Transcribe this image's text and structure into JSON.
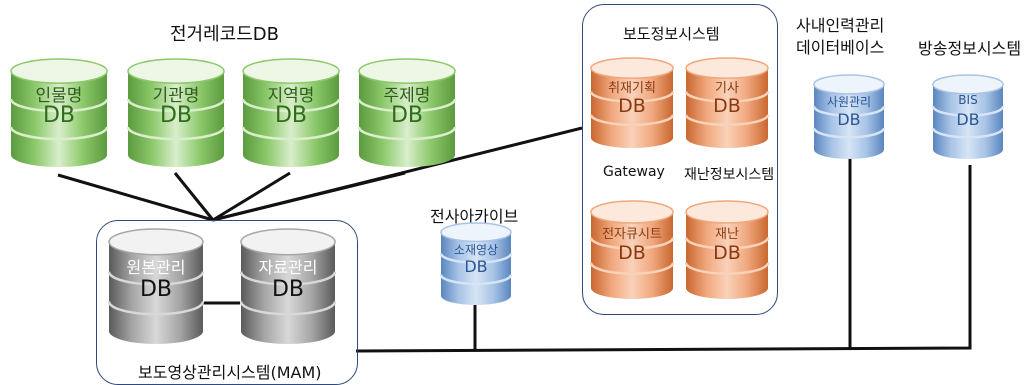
{
  "groups": {
    "record_db": "전거레코드DB",
    "mam": "보도영상관리시스템(MAM)",
    "news_info": "보도정보시스템",
    "archive": "전사아카이브",
    "hr": "사내인력관리\n데이터베이스",
    "broadcast": "방송정보시스템"
  },
  "db_text": "DB",
  "databases": {
    "person": "인물명",
    "org": "기관명",
    "region": "지역명",
    "subject": "주제명",
    "original": "원본관리",
    "material": "자료관리",
    "coverage": "취재기획",
    "article": "기사",
    "cue": "전자큐시트",
    "disaster": "재난",
    "footage": "소재영상",
    "staff": "사원관리",
    "bis": "BIS"
  },
  "labels": {
    "gateway": "Gateway",
    "disaster_system": "재난정보시스템"
  },
  "colors": {
    "green": "#8cc96b",
    "gray": "#a6a6a6",
    "orange": "#f0a77d",
    "blue": "#a7c3e6",
    "box_border": "#2f4a7a"
  }
}
